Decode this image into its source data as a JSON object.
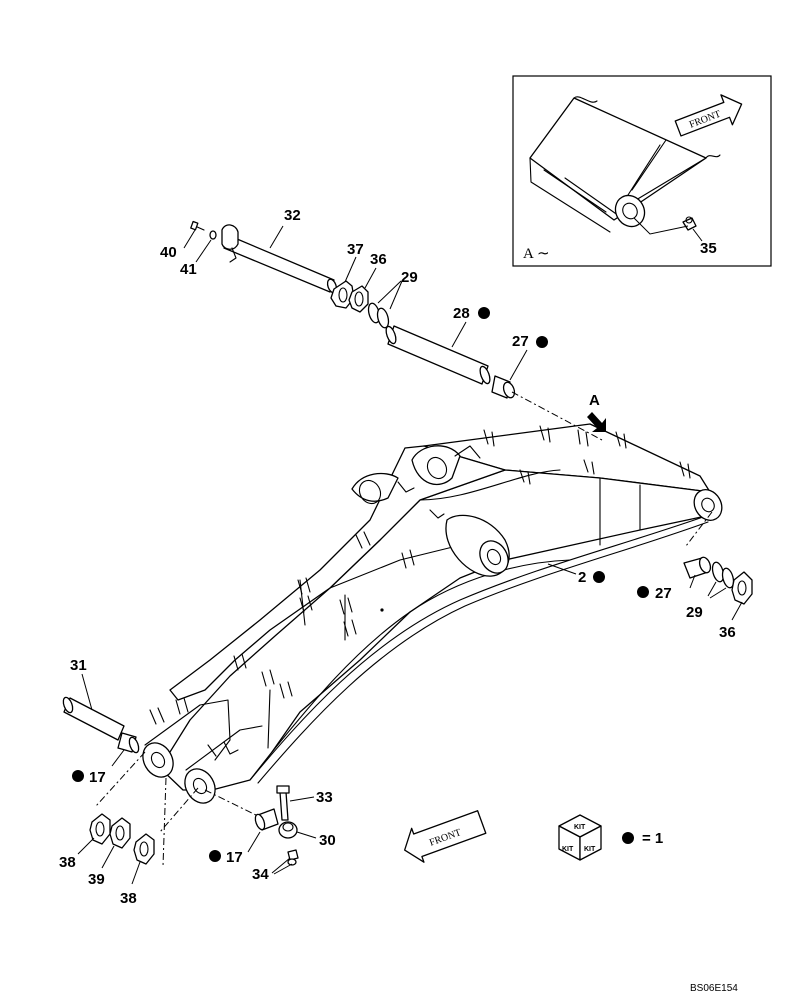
{
  "callouts": [
    {
      "key": "pn_32",
      "label": "32"
    },
    {
      "key": "pn_40",
      "label": "40"
    },
    {
      "key": "pn_41",
      "label": "41"
    },
    {
      "key": "pn_37",
      "label": "37"
    },
    {
      "key": "pn_36_top",
      "label": "36"
    },
    {
      "key": "pn_29_top",
      "label": "29"
    },
    {
      "key": "pn_28",
      "label": "28"
    },
    {
      "key": "pn_27_top",
      "label": "27"
    },
    {
      "key": "pn_2",
      "label": "2"
    },
    {
      "key": "pn_27_right",
      "label": "27"
    },
    {
      "key": "pn_29_right",
      "label": "29"
    },
    {
      "key": "pn_36_right",
      "label": "36"
    },
    {
      "key": "pn_31",
      "label": "31"
    },
    {
      "key": "pn_17_left",
      "label": "17"
    },
    {
      "key": "pn_33",
      "label": "33"
    },
    {
      "key": "pn_30",
      "label": "30"
    },
    {
      "key": "pn_17_bottom",
      "label": "17"
    },
    {
      "key": "pn_34",
      "label": "34"
    },
    {
      "key": "pn_38_a",
      "label": "38"
    },
    {
      "key": "pn_39",
      "label": "39"
    },
    {
      "key": "pn_38_b",
      "label": "38"
    },
    {
      "key": "pn_35",
      "label": "35"
    }
  ],
  "detail_view": {
    "view_label": "A",
    "view_glyph": "∼",
    "front_label": "FRONT"
  },
  "view_arrow_label": "A",
  "front_label_main": "FRONT",
  "kit_legend": {
    "kit_text": "KIT",
    "equals_text": "= 1"
  },
  "drawing_reference": "BS06E154"
}
